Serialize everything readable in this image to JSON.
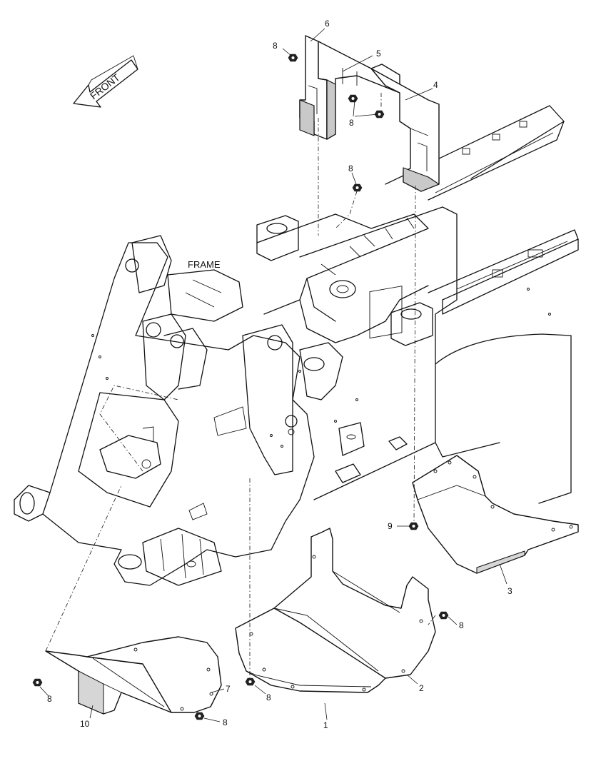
{
  "labels": {
    "front": "FRONT",
    "frame": "FRAME"
  },
  "callouts": {
    "c1": "1",
    "c2": "2",
    "c3": "3",
    "c4": "4",
    "c5": "5",
    "c6": "6",
    "c7": "7",
    "c8a": "8",
    "c8b": "8",
    "c8c": "8",
    "c8d": "8",
    "c8e": "8",
    "c8f": "8",
    "c8g": "8",
    "c9": "9",
    "c10": "10"
  }
}
